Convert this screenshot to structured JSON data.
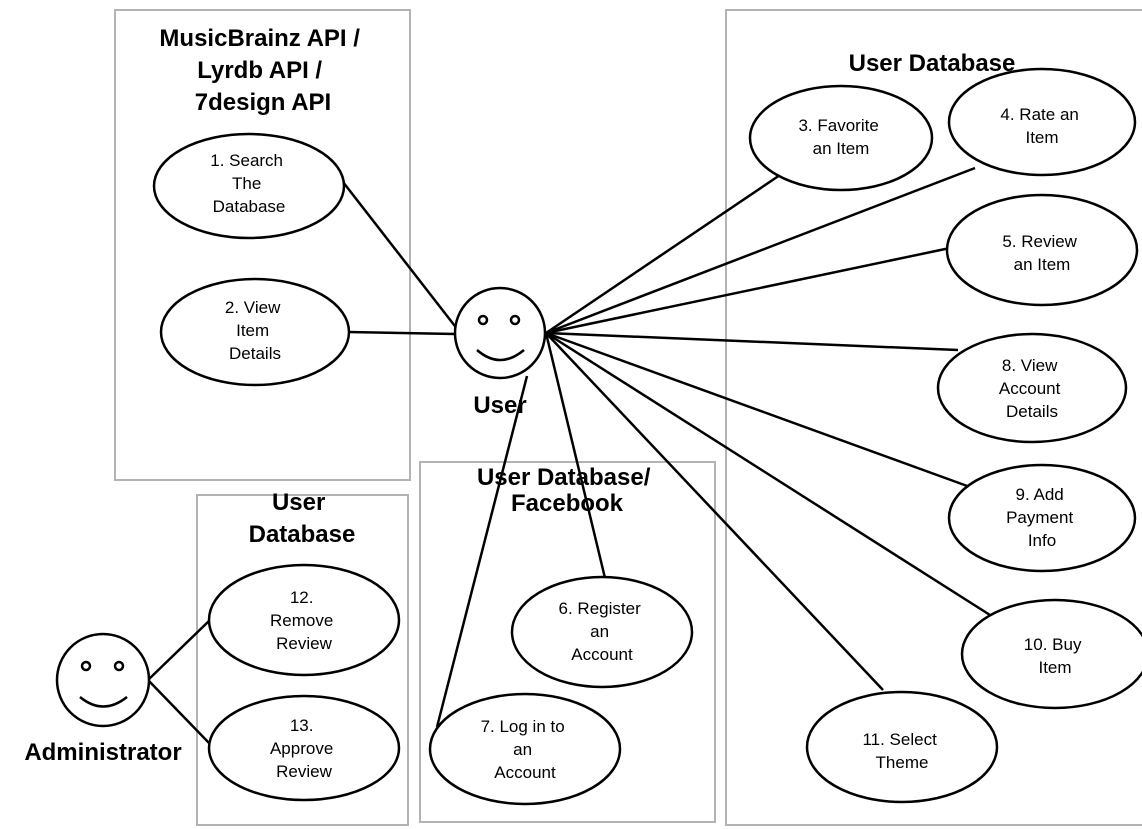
{
  "systems": {
    "apis": [
      "MusicBrainz API /",
      "Lyrdb API /",
      "7design API"
    ],
    "user_db_right": [
      "User Database"
    ],
    "user_db_facebook": [
      "User Database/",
      "Facebook"
    ],
    "user_db_admin": [
      "User",
      "Database"
    ]
  },
  "actors": {
    "user": "User",
    "administrator": "Administrator"
  },
  "use_cases": {
    "uc1": [
      "1. Search",
      "The",
      "Database"
    ],
    "uc2": [
      "2. View",
      "Item",
      "Details"
    ],
    "uc3": [
      "3. Favorite",
      "an Item"
    ],
    "uc4": [
      "4. Rate an",
      "Item"
    ],
    "uc5": [
      "5. Review",
      "an Item"
    ],
    "uc6": [
      "6. Register",
      "an",
      "Account"
    ],
    "uc7": [
      "7. Log in to",
      "an",
      "Account"
    ],
    "uc8": [
      "8. View",
      "Account",
      "Details"
    ],
    "uc9": [
      "9. Add",
      "Payment",
      "Info"
    ],
    "uc10": [
      "10. Buy",
      "Item"
    ],
    "uc11": [
      "11. Select",
      "Theme"
    ],
    "uc12": [
      "12.",
      "Remove",
      "Review"
    ],
    "uc13": [
      "13.",
      "Approve",
      "Review"
    ]
  }
}
